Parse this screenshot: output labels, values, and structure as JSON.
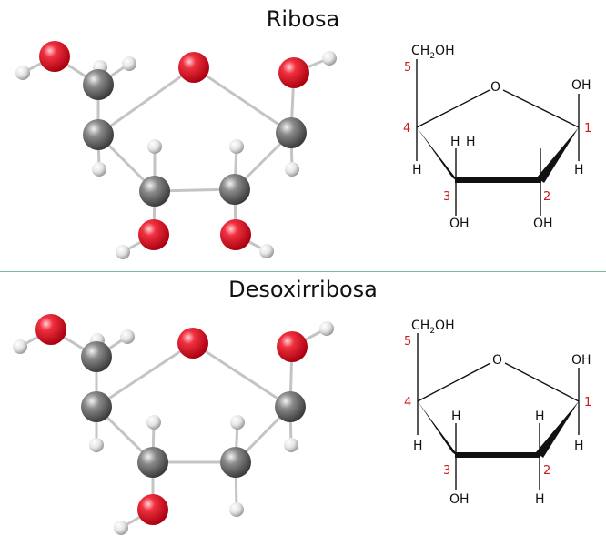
{
  "titles": {
    "top": "Ribosa",
    "bottom": "Desoxirribosa"
  },
  "colors": {
    "oxygen": "#e8162c",
    "carbon": "#6f6f6f",
    "hydrogen": "#e6e6e6",
    "number": "#d01818",
    "divider": "#7bbf9a"
  },
  "ribosa": {
    "ch2oh": {
      "main": "CH",
      "sub": "2",
      "tail": "OH"
    },
    "ring_o": "O",
    "c1_oh": "OH",
    "c1_h": "H",
    "c2_h": "H",
    "c2_oh": "OH",
    "c3_h": "H",
    "c3_oh": "OH",
    "c4_h": "H",
    "numbers": {
      "n1": "1",
      "n2": "2",
      "n3": "3",
      "n4": "4",
      "n5": "5"
    }
  },
  "desoxirribosa": {
    "ch2oh": {
      "main": "CH",
      "sub": "2",
      "tail": "OH"
    },
    "ring_o": "O",
    "c1_oh": "OH",
    "c1_h": "H",
    "c2_h_up": "H",
    "c2_h_down": "H",
    "c3_h": "H",
    "c3_oh": "OH",
    "c4_h": "H",
    "numbers": {
      "n1": "1",
      "n2": "2",
      "n3": "3",
      "n4": "4",
      "n5": "5"
    }
  }
}
